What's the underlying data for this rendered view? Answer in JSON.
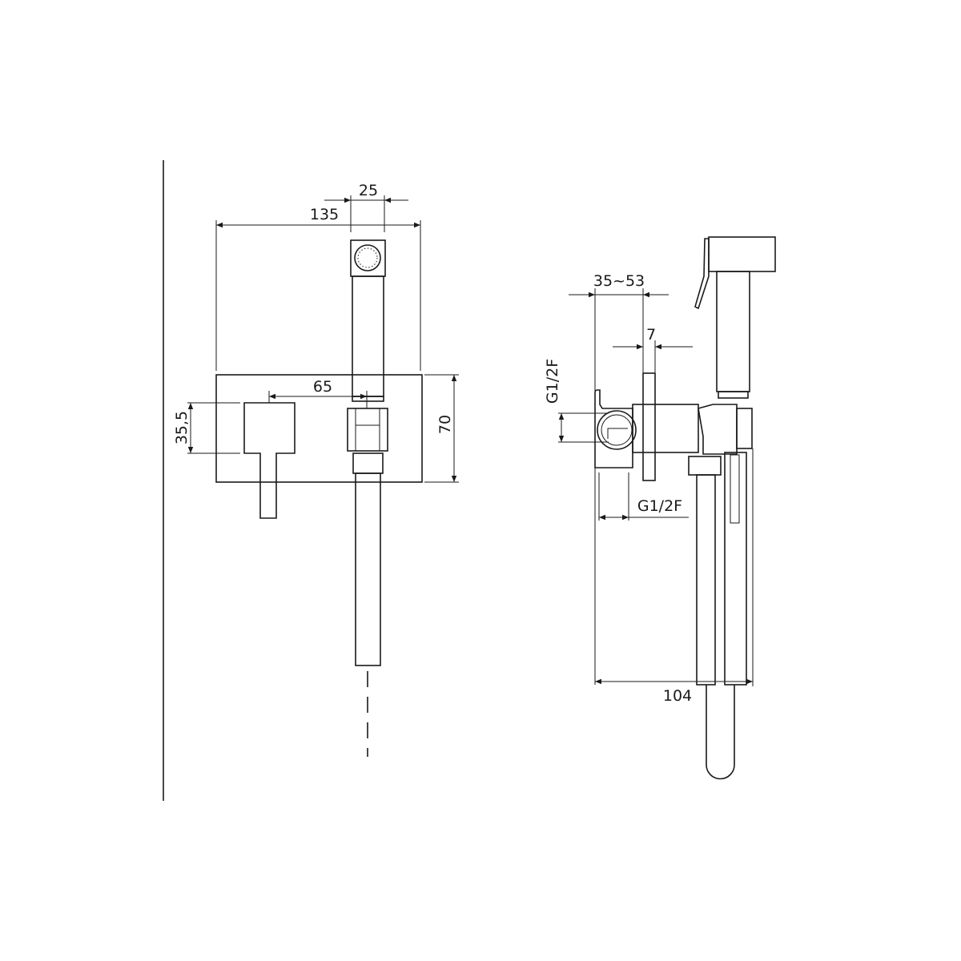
{
  "front_view": {
    "dim_width": "135",
    "dim_handset_width": "25",
    "dim_offset": "65",
    "dim_handle_height": "35,5",
    "dim_plate_height": "70"
  },
  "side_view": {
    "dim_wall_depth": "35~53",
    "dim_plate_thickness": "7",
    "dim_inlet_vertical": "G1/2F",
    "dim_inlet_horizontal": "G1/2F",
    "dim_total_depth": "104"
  },
  "colors": {
    "line": "#1a1a1a",
    "background": "#ffffff"
  }
}
